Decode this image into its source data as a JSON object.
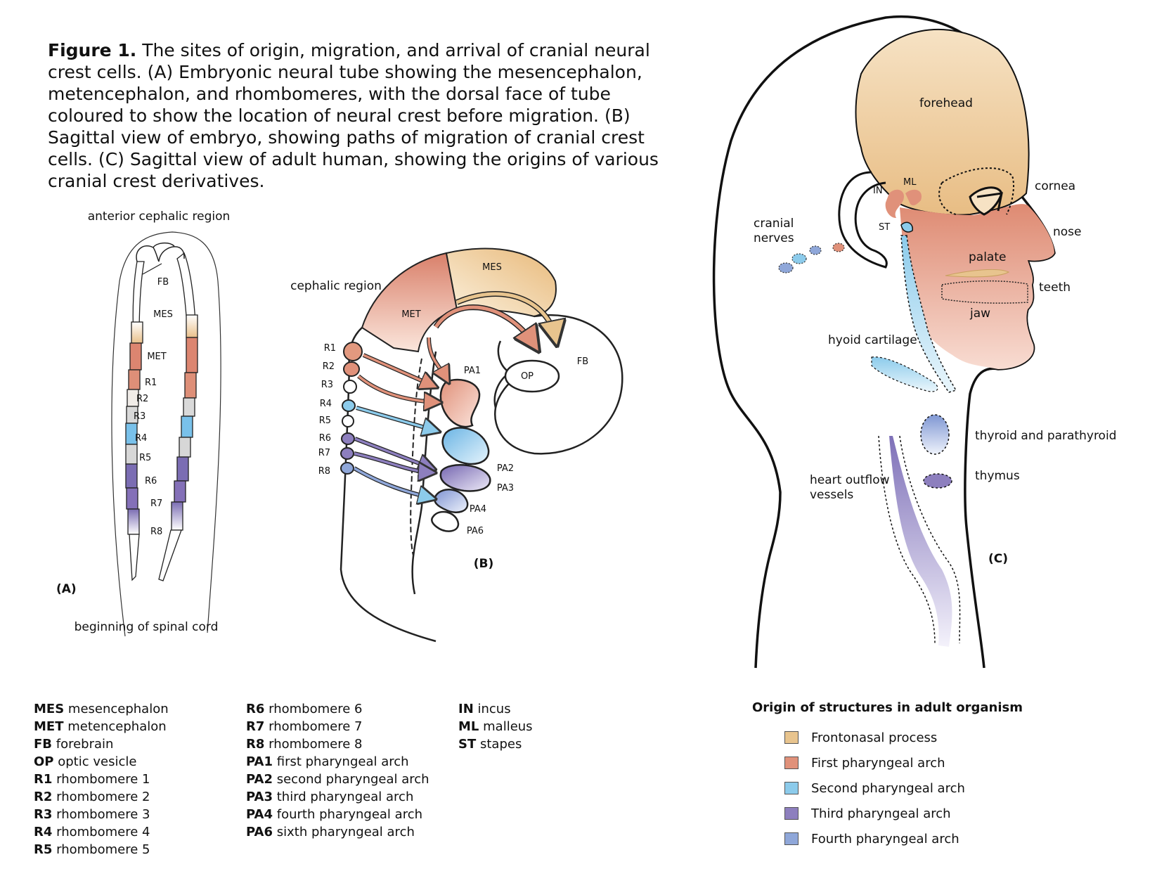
{
  "caption": {
    "label": "Figure 1.",
    "text": "The sites of origin, migration, and arrival of cranial neural crest cells. (A) Embryonic neural tube showing the mesencephalon, metencephalon, and rhombomeres, with the dorsal face of tube coloured to show the location of neural crest before migration. (B) Sagittal view of embryo, showing paths of migration of cranial crest cells. (C) Sagittal view of adult human, showing the origins of various cranial crest derivatives."
  },
  "panel_a": {
    "label": "(A)",
    "top_label": "anterior cephalic region",
    "bottom_label": "beginning of spinal cord",
    "regions": [
      "FB",
      "MES",
      "MET",
      "R1",
      "R2",
      "R3",
      "R4",
      "R5",
      "R6",
      "R7",
      "R8"
    ]
  },
  "panel_b": {
    "label": "(B)",
    "region_label": "cephalic region",
    "labels": [
      "MES",
      "MET",
      "FB",
      "OP",
      "PA1",
      "PA2",
      "PA3",
      "PA4",
      "PA6"
    ],
    "rhombomeres": [
      "R1",
      "R2",
      "R3",
      "R4",
      "R5",
      "R6",
      "R7",
      "R8"
    ]
  },
  "panel_c": {
    "label": "(C)",
    "structures": {
      "forehead": "forehead",
      "cornea": "cornea",
      "nose": "nose",
      "palate": "palate",
      "teeth": "teeth",
      "jaw": "jaw",
      "cranial_nerves_1": "cranial",
      "cranial_nerves_2": "nerves",
      "in": "IN",
      "ml": "ML",
      "st": "ST",
      "hyoid": "hyoid cartilage",
      "thyroid": "thyroid and parathyroid",
      "thymus": "thymus",
      "heart_1": "heart outflow",
      "heart_2": "vessels"
    }
  },
  "abbreviations": [
    [
      {
        "abbr": "MES",
        "text": "mesencephalon"
      },
      {
        "abbr": "MET",
        "text": "metencephalon"
      },
      {
        "abbr": "FB",
        "text": "forebrain"
      },
      {
        "abbr": "OP",
        "text": "optic vesicle"
      },
      {
        "abbr": "R1",
        "text": "rhombomere 1"
      },
      {
        "abbr": "R2",
        "text": "rhombomere 2"
      },
      {
        "abbr": "R3",
        "text": "rhombomere 3"
      },
      {
        "abbr": "R4",
        "text": "rhombomere 4"
      },
      {
        "abbr": "R5",
        "text": "rhombomere 5"
      }
    ],
    [
      {
        "abbr": "R6",
        "text": "rhombomere 6"
      },
      {
        "abbr": "R7",
        "text": "rhombomere 7"
      },
      {
        "abbr": "R8",
        "text": "rhombomere 8"
      },
      {
        "abbr": "PA1",
        "text": "first pharyngeal arch"
      },
      {
        "abbr": "PA2",
        "text": "second pharyngeal arch"
      },
      {
        "abbr": "PA3",
        "text": "third pharyngeal arch"
      },
      {
        "abbr": "PA4",
        "text": "fourth pharyngeal arch"
      },
      {
        "abbr": "PA6",
        "text": "sixth pharyngeal arch"
      }
    ],
    [
      {
        "abbr": "IN",
        "text": "incus"
      },
      {
        "abbr": "ML",
        "text": "malleus"
      },
      {
        "abbr": "ST",
        "text": "stapes"
      }
    ]
  ],
  "legend": {
    "title": "Origin of structures in adult organism",
    "items": [
      {
        "label": "Frontonasal process",
        "color": "#e8c48e"
      },
      {
        "label": "First pharyngeal arch",
        "color": "#e0917a"
      },
      {
        "label": "Second pharyngeal arch",
        "color": "#8ccbeb"
      },
      {
        "label": "Third pharyngeal arch",
        "color": "#8d7fbe"
      },
      {
        "label": "Fourth pharyngeal arch",
        "color": "#8fa7d9"
      }
    ]
  }
}
